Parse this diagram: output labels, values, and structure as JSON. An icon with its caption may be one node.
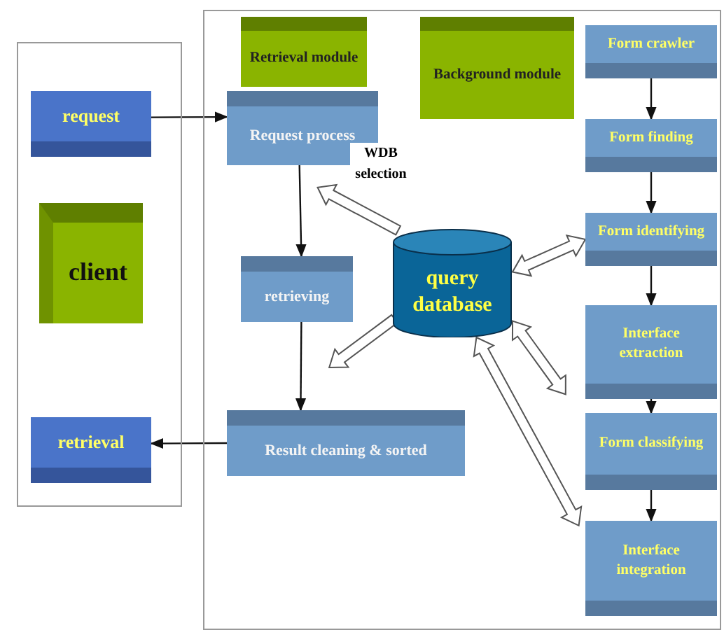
{
  "diagram": {
    "nodes": [
      {
        "text": [],
        "shape": "box"
      },
      {
        "text": [
          "request"
        ],
        "in": 0
      },
      {
        "text": [
          "client"
        ],
        "in": 0
      },
      {
        "text": [
          "retrieval"
        ],
        "in": 0
      },
      {
        "text": [],
        "shape": "box"
      },
      {
        "text": [
          "Retrieval module"
        ],
        "in": 4
      },
      {
        "text": [
          "Background module"
        ],
        "in": 4
      },
      {
        "text": [
          "Request process"
        ],
        "in": 4
      },
      {
        "text": [
          "retrieving"
        ],
        "in": 4
      },
      {
        "text": [
          "query database"
        ],
        "in": 4
      },
      {
        "text": [
          "Result cleaning & sorted"
        ],
        "in": 4
      },
      {
        "text": [
          "Form crawler"
        ],
        "in": 4
      },
      {
        "text": [
          "Form finding"
        ],
        "in": 4
      },
      {
        "text": [
          "Form identifying"
        ],
        "in": 4
      },
      {
        "text": [
          "Interface extraction"
        ],
        "in": 4
      },
      {
        "text": [
          "Form classifying"
        ],
        "in": 4
      },
      {
        "text": [
          "Interface integration"
        ],
        "in": 4
      }
    ],
    "edges": [
      {
        "from": 1,
        "to": 7,
        "arrow": "to"
      },
      {
        "from": 7,
        "to": 8,
        "arrow": "to"
      },
      {
        "from": 8,
        "to": 10,
        "arrow": "to"
      },
      {
        "from": 10,
        "to": 3,
        "arrow": "to"
      },
      {
        "from": 9,
        "to": 7,
        "arrow": "to",
        "label": "WDB selection",
        "style": "thick"
      },
      {
        "from": 9,
        "to": 10,
        "arrow": "to",
        "style": "thick"
      },
      {
        "from": 9,
        "to": 13,
        "arrow": "both",
        "style": "thick"
      },
      {
        "from": 9,
        "to": 14,
        "arrow": "both",
        "style": "thick"
      },
      {
        "from": 9,
        "to": 16,
        "arrow": "both",
        "style": "thick"
      },
      {
        "from": 11,
        "to": 12,
        "arrow": "to"
      },
      {
        "from": 12,
        "to": 13,
        "arrow": "to"
      },
      {
        "from": 13,
        "to": 14,
        "arrow": "to"
      },
      {
        "from": 14,
        "to": 15,
        "arrow": "to"
      },
      {
        "from": 15,
        "to": 16,
        "arrow": "to"
      }
    ]
  }
}
